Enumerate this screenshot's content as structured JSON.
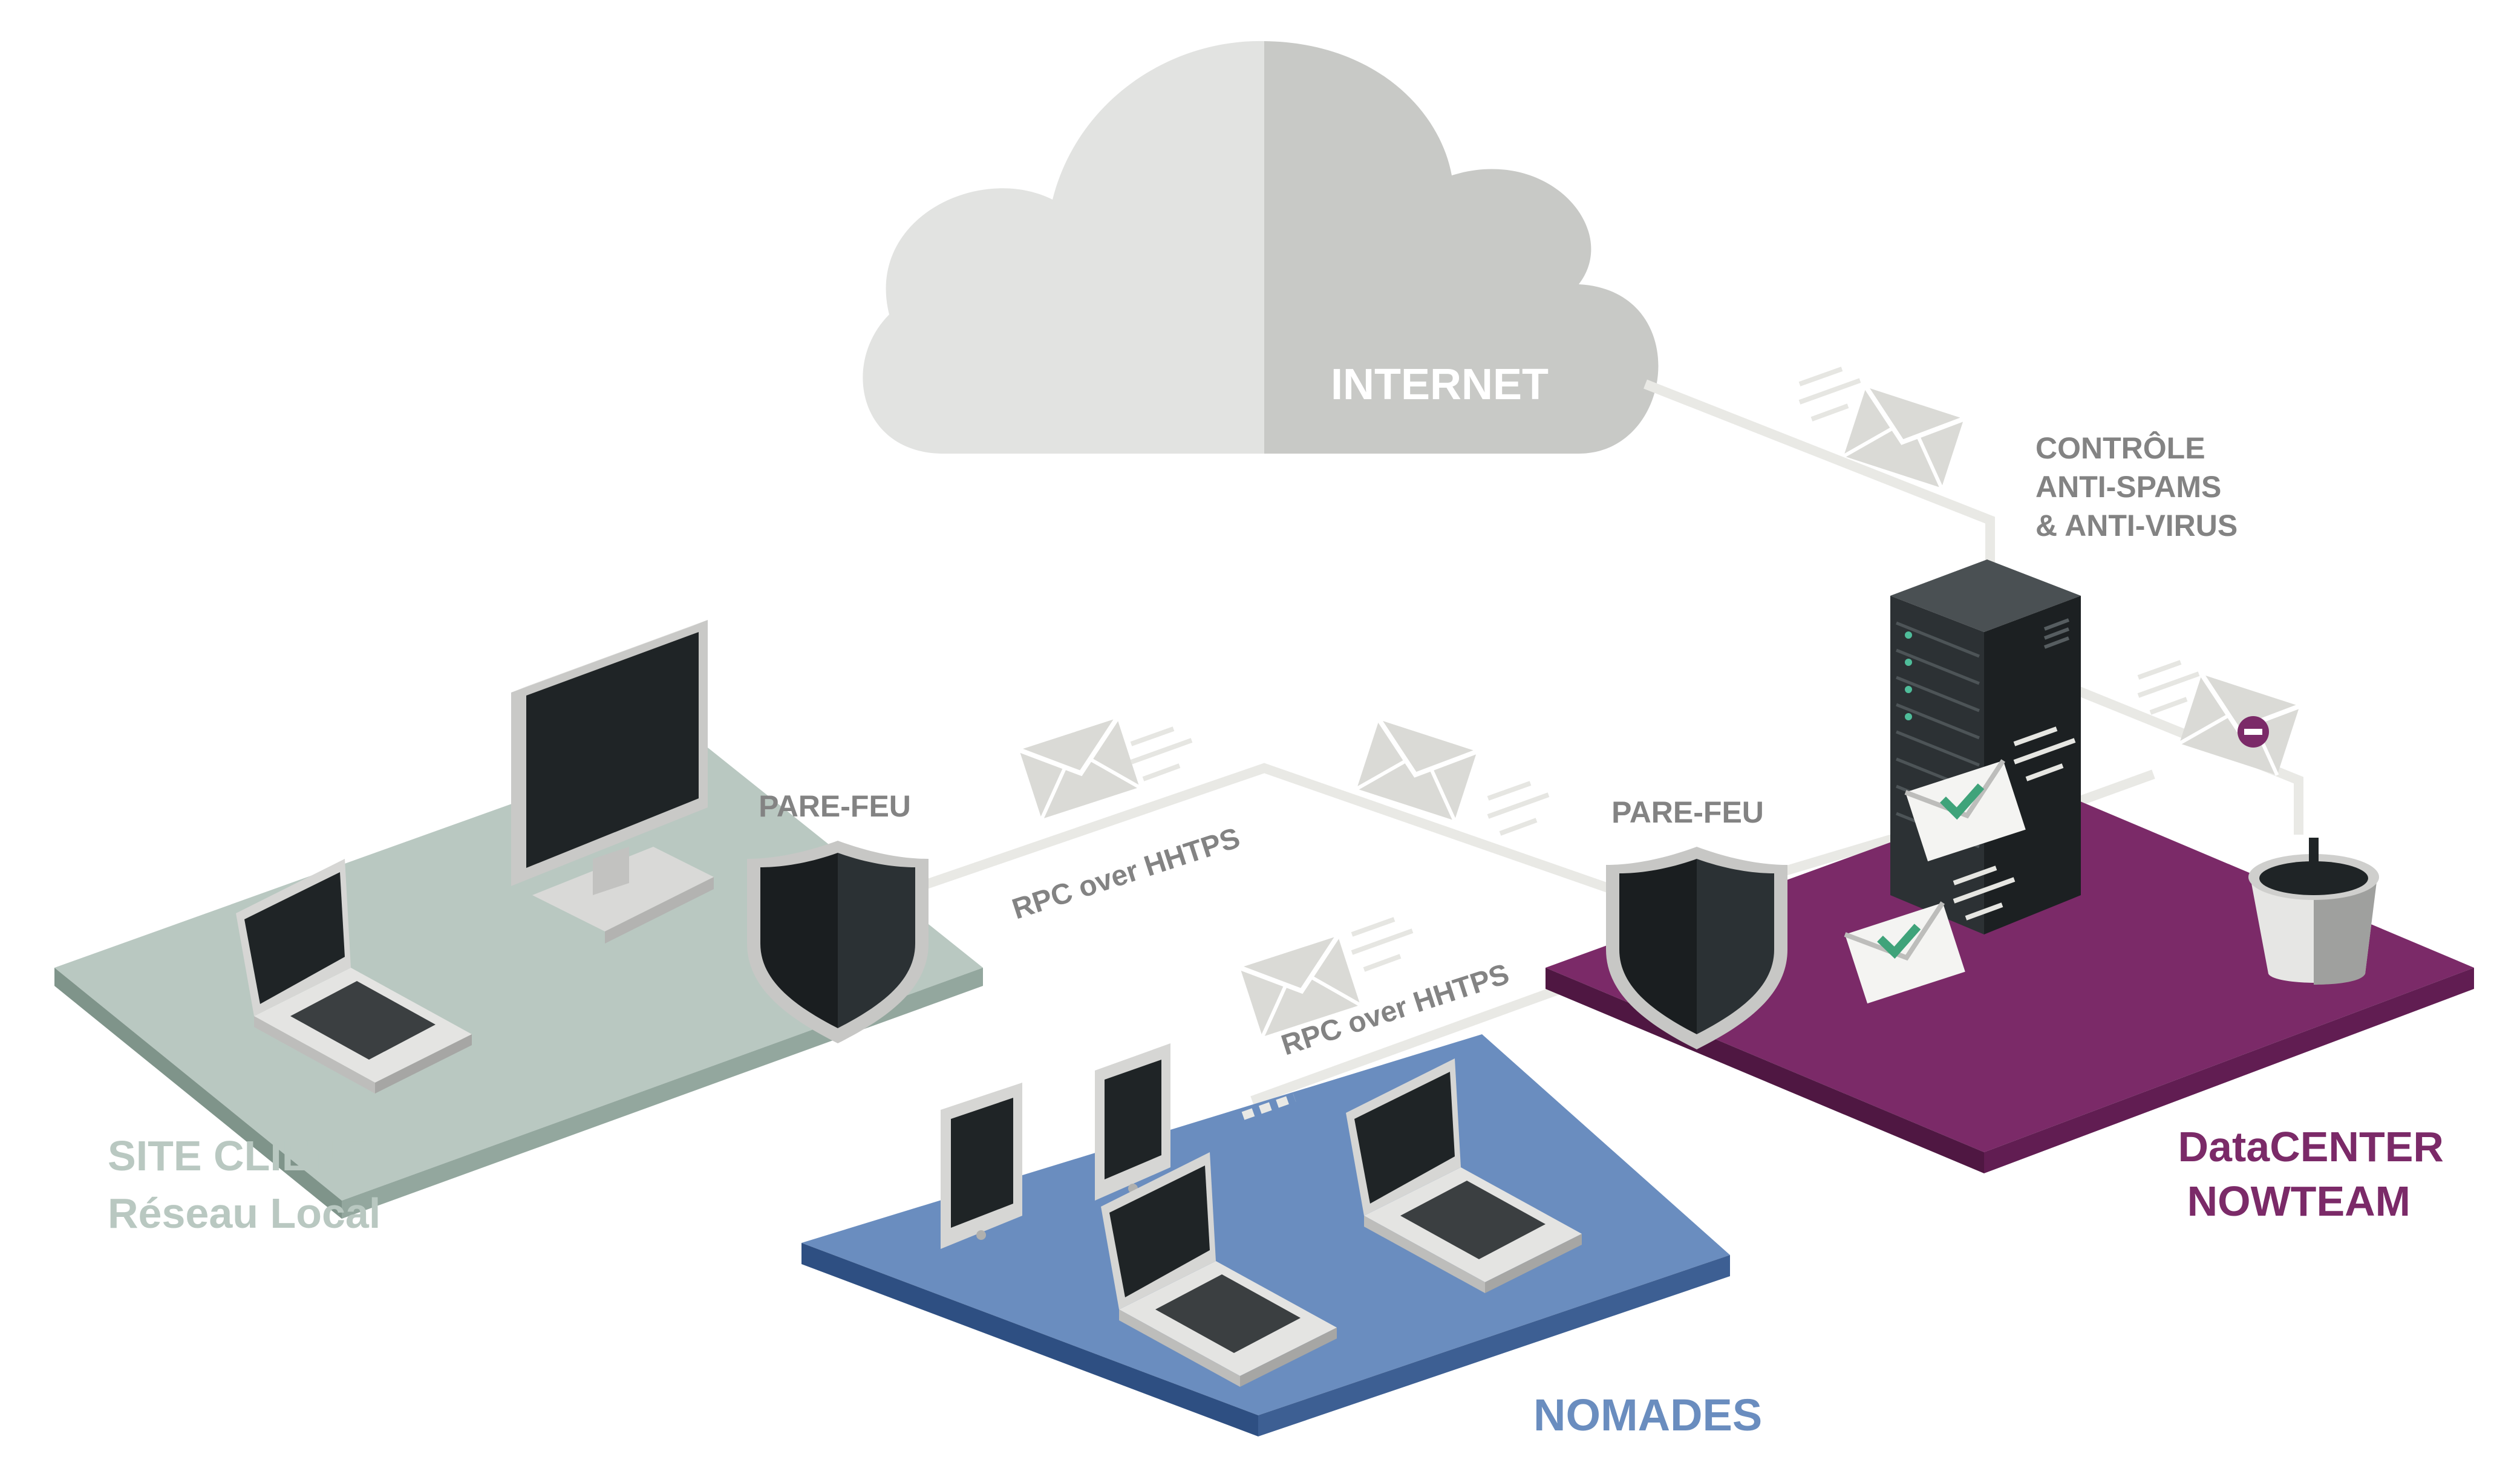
{
  "labels": {
    "internet": "INTERNET",
    "controle": [
      "CONTRÔLE",
      "ANTI-SPAMS",
      "& ANTI-VIRUS"
    ],
    "parefeu_left": "PARE-FEU",
    "parefeu_right": "PARE-FEU",
    "rpc_top": "RPC over HHTPS",
    "rpc_bottom": "RPC over HHTPS",
    "site_client": [
      "SITE CLIENT",
      "Réseau Local"
    ],
    "nomades": "NOMADES",
    "datacenter": [
      "DataCENTER",
      "NOWTEAM"
    ]
  },
  "colors": {
    "site_client_platform": "#b9c8c1",
    "nomades_platform": "#6a8dbf",
    "datacenter_platform": "#7b2a68",
    "site_client_text": "#b9c8c1",
    "nomades_text": "#6a8dbf",
    "datacenter_text": "#7b2a68",
    "cloud_light": "#e2e3e1",
    "cloud_dark": "#c8c9c6",
    "link_line": "#e9e9e5",
    "label_gray": "#838383",
    "device_dark": "#1f2426",
    "check_green": "#3fa37a",
    "block_red": "#7b2a68"
  },
  "icons": [
    "cloud-icon",
    "monitor-icon",
    "laptop-icon",
    "tablet-icon",
    "shield-icon",
    "server-icon",
    "envelope-icon",
    "trash-icon",
    "check-icon",
    "block-icon"
  ]
}
